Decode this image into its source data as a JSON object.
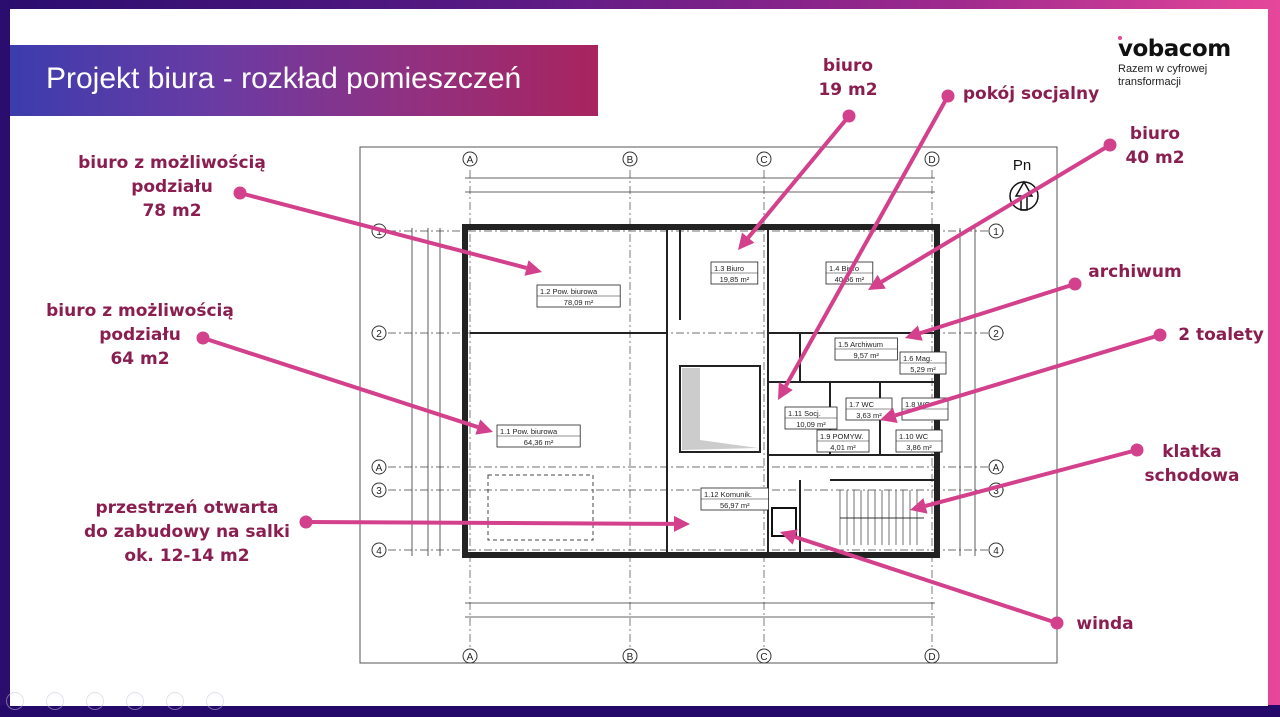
{
  "slide": {
    "title": "Projekt biura - rozkład pomieszczeń"
  },
  "logo": {
    "name": "vobacom",
    "tagline_1": "Razem w cyfrowej",
    "tagline_2": "transformacji"
  },
  "colors": {
    "label": "#8b1e50",
    "arrow": "#d3408b",
    "accent": "#e6479a"
  },
  "annotations": [
    {
      "lines": [
        "biuro z możliwością",
        "podziału",
        "78 m2"
      ]
    },
    {
      "lines": [
        "biuro z możliwością",
        "podziału",
        "64 m2"
      ]
    },
    {
      "lines": [
        "przestrzeń otwarta",
        "do zabudowy na salki",
        "ok. 12-14 m2"
      ]
    },
    {
      "lines": [
        "biuro",
        "19 m2"
      ]
    },
    {
      "lines": [
        "pokój socjalny"
      ]
    },
    {
      "lines": [
        "biuro",
        "40 m2"
      ]
    },
    {
      "lines": [
        "archiwum"
      ]
    },
    {
      "lines": [
        "2 toalety"
      ]
    },
    {
      "lines": [
        "klatka",
        "schodowa"
      ]
    },
    {
      "lines": [
        "winda"
      ]
    }
  ],
  "plan": {
    "north": "Pn",
    "axes_cols": [
      "A",
      "B",
      "C",
      "D"
    ],
    "axes_rows": [
      "1",
      "2",
      "A",
      "3",
      "4"
    ],
    "rooms": [
      {
        "name": "1.2 Pow. biurowa",
        "area": "78,09 m²"
      },
      {
        "name": "1.3 Biuro",
        "area": "19,85 m²"
      },
      {
        "name": "1.4 Biuro",
        "area": "40,06 m²"
      },
      {
        "name": "1.5 Archiwum",
        "area": "9,57 m²"
      },
      {
        "name": "1.6 Mag.",
        "area": "5,29 m²"
      },
      {
        "name": "1.7 WC",
        "area": "3,63 m²"
      },
      {
        "name": "1.8 WC",
        "area": ""
      },
      {
        "name": "1.11 Socj.",
        "area": "10,09 m²"
      },
      {
        "name": "1.9 POMYW.",
        "area": "4,01 m²"
      },
      {
        "name": "1.10 WC",
        "area": "3,86 m²"
      },
      {
        "name": "1.1 Pow. biurowa",
        "area": "64,36 m²"
      },
      {
        "name": "1.12 Komunik.",
        "area": "56,97 m²"
      }
    ]
  }
}
